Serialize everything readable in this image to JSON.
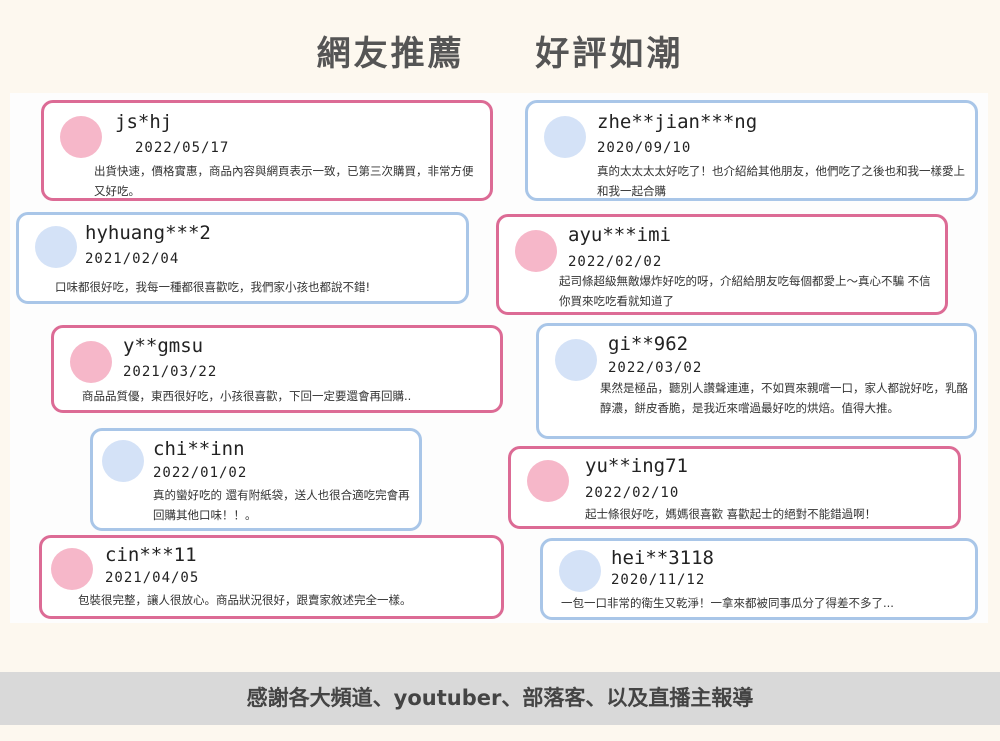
{
  "title": {
    "left": "網友推薦",
    "right": "好評如潮"
  },
  "reviews": [
    {
      "name": "js*hj",
      "date": "2022/05/17",
      "text": "出貨快速，價格實惠，商品內容與網頁表示一致，已第三次購買，非常方便又好吃。"
    },
    {
      "name": "zhe**jian***ng",
      "date": "2020/09/10",
      "text": "真的太太太太好吃了！也介紹給其他朋友，他們吃了之後也和我一樣愛上和我一起合購"
    },
    {
      "name": "hyhuang***2",
      "date": "2021/02/04",
      "text": "口味都很好吃，我每一種都很喜歡吃，我們家小孩也都說不錯!"
    },
    {
      "name": "ayu***imi",
      "date": "2022/02/02",
      "text": "起司條超級無敵爆炸好吃的呀，介紹給朋友吃每個都愛上～真心不騙 不信你買來吃吃看就知道了"
    },
    {
      "name": "y**gmsu",
      "date": "2021/03/22",
      "text": "商品品質優，東西很好吃，小孩很喜歡，下回一定要還會再回購.."
    },
    {
      "name": "gi**962",
      "date": "2022/03/02",
      "text": "果然是極品，聽別人讚聲連連，不如買來親嚐一口，家人都說好吃，乳酪醇濃，餅皮香脆，是我近來嚐過最好吃的烘焙。值得大推。"
    },
    {
      "name": "chi**inn",
      "date": "2022/01/02",
      "text": "真的蠻好吃的 還有附紙袋，送人也很合適吃完會再回購其他口味！！。"
    },
    {
      "name": "yu**ing71",
      "date": "2022/02/10",
      "text": "起士條很好吃，媽媽很喜歡 喜歡起士的絕對不能錯過啊！"
    },
    {
      "name": "cin***11",
      "date": "2021/04/05",
      "text": "包裝很完整，讓人很放心。商品狀況很好，跟賣家敘述完全一樣。"
    },
    {
      "name": "hei**3118",
      "date": "2020/11/12",
      "text": "一包一口非常的衛生又乾淨！一拿來都被同事瓜分了得差不多了..."
    }
  ],
  "footer": "感謝各大頻道、youtuber、部落客、以及直播主報導"
}
